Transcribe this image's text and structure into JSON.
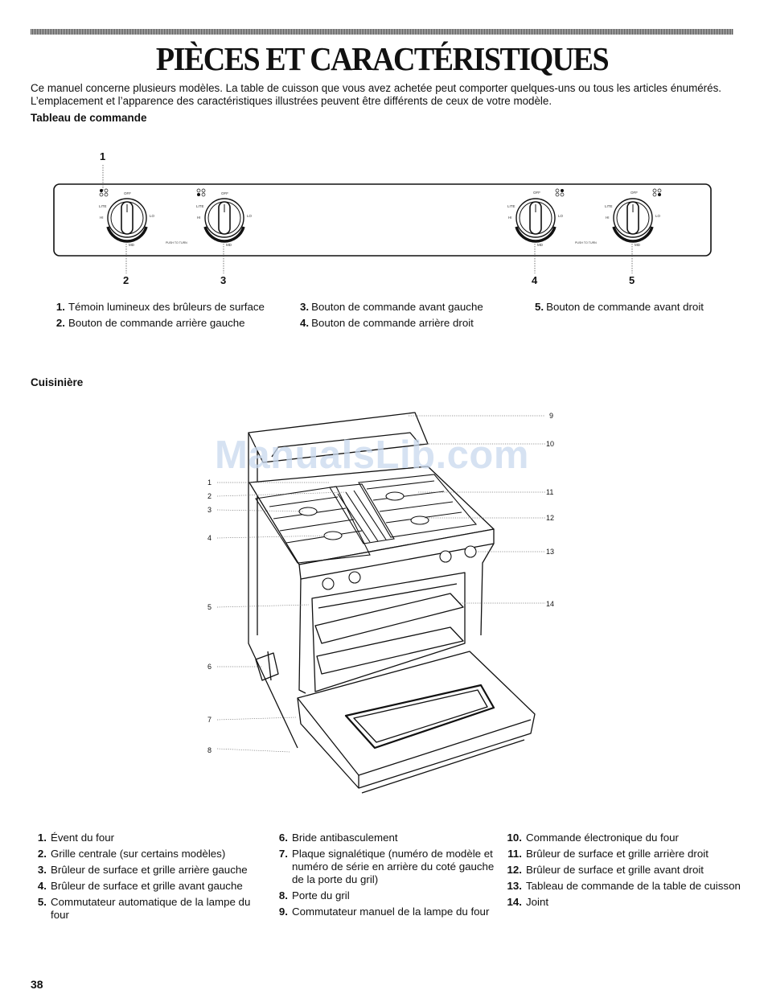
{
  "title": "PIÈCES ET CARACTÉRISTIQUES",
  "intro": "Ce manuel concerne plusieurs modèles. La table de cuisson que vous avez achetée peut comporter quelques-uns ou tous les articles énumérés. L’emplacement et l’apparence des caractéristiques illustrées peuvent être différents de ceux de votre modèle.",
  "control_panel": {
    "heading": "Tableau de commande",
    "callouts": [
      "1",
      "2",
      "3",
      "4",
      "5"
    ],
    "knob_labels": {
      "off": "OFF",
      "lite": "LITE",
      "hi": "HI",
      "lo": "LO",
      "md": "MD",
      "push": "PUSH TO TURN"
    },
    "items": [
      {
        "num": "1.",
        "text": "Témoin lumineux des brûleurs de surface"
      },
      {
        "num": "2.",
        "text": "Bouton de commande arrière gauche"
      },
      {
        "num": "3.",
        "text": "Bouton de commande avant gauche"
      },
      {
        "num": "4.",
        "text": "Bouton de commande arrière droit"
      },
      {
        "num": "5.",
        "text": "Bouton de commande avant droit"
      }
    ]
  },
  "range": {
    "heading": "Cuisinière",
    "callouts": [
      "1",
      "2",
      "3",
      "4",
      "5",
      "6",
      "7",
      "8",
      "9",
      "10",
      "11",
      "12",
      "13",
      "14"
    ],
    "items": [
      {
        "num": "1.",
        "text": "Évent du four"
      },
      {
        "num": "2.",
        "text": "Grille centrale (sur certains modèles)"
      },
      {
        "num": "3.",
        "text": "Brûleur de surface et grille arrière gauche"
      },
      {
        "num": "4.",
        "text": "Brûleur de surface et grille avant gauche"
      },
      {
        "num": "5.",
        "text": "Commutateur automatique de la lampe du four"
      },
      {
        "num": "6.",
        "text": "Bride antibasculement"
      },
      {
        "num": "7.",
        "text": "Plaque signalétique (numéro de modèle et numéro de série en arrière du coté gauche de la porte du gril)"
      },
      {
        "num": "8.",
        "text": "Porte du gril"
      },
      {
        "num": "9.",
        "text": "Commutateur manuel de la lampe du four"
      },
      {
        "num": "10.",
        "text": "Commande électronique du four"
      },
      {
        "num": "11.",
        "text": "Brûleur de surface et grille arrière droit"
      },
      {
        "num": "12.",
        "text": "Brûleur de surface et grille avant droit"
      },
      {
        "num": "13.",
        "text": "Tableau de commande de la table de cuisson"
      },
      {
        "num": "14.",
        "text": "Joint"
      }
    ]
  },
  "watermark": "ManualsLib.com",
  "page_number": "38"
}
